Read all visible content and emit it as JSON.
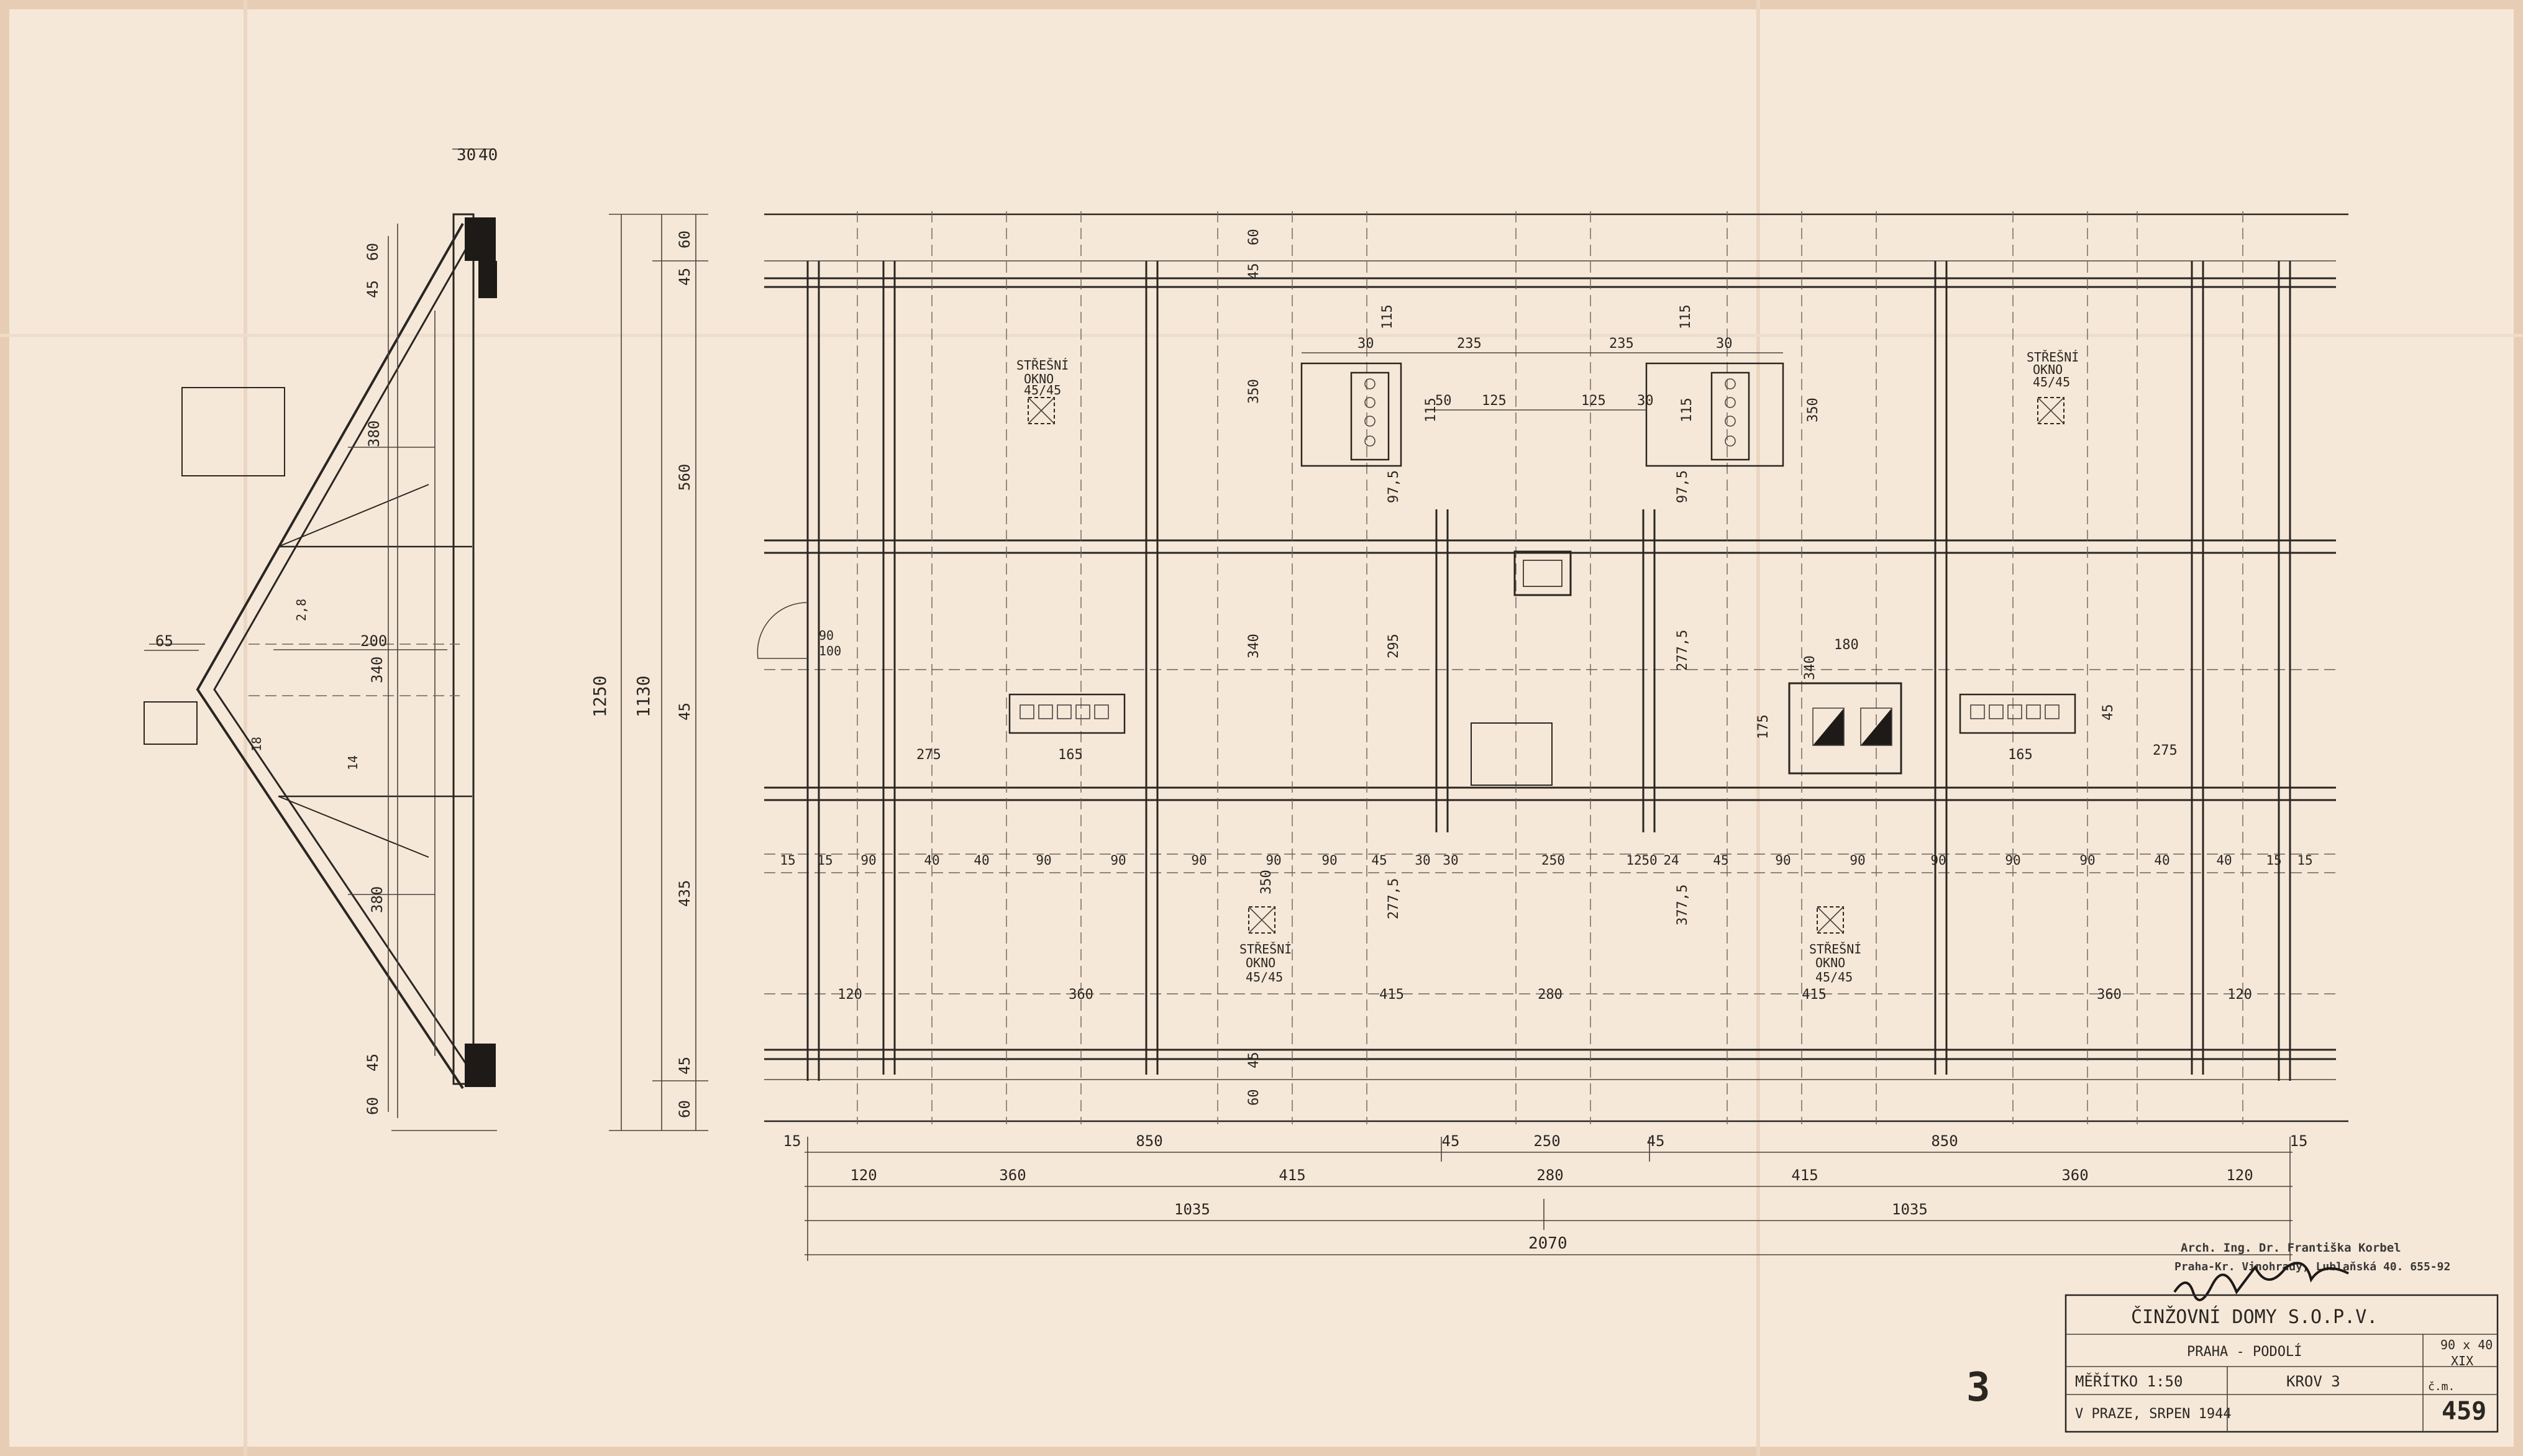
{
  "title_block": {
    "architect_stamp_line1": "Arch. Ing. Dr. Františka Korbel",
    "architect_stamp_line2": "Praha-Kr. Vinohrady, Lublaňská 40. 655-92",
    "project": "ČINŽOVNÍ DOMY S.O.P.V.",
    "location": "PRAHA - PODOLÍ",
    "scale": "MĚŘÍTKO 1:50",
    "place_date": "V PRAZE, SRPEN 1944",
    "drawing": "KROV 3",
    "sheet_size": "90 x 40",
    "roman_code": "XIX",
    "sheet_label": "č.m.",
    "sheet_number": "459"
  },
  "sheet_mark": "3",
  "section_dims": {
    "top": [
      "30",
      "40"
    ],
    "left": [
      "60",
      "45",
      "380",
      "200",
      "340",
      "380",
      "45",
      "60"
    ],
    "overhang": "65",
    "inner": [
      "2,8",
      "18",
      "14"
    ]
  },
  "vertical_dims": {
    "outer": "1250",
    "middle": "1130",
    "inner": [
      "60",
      "45",
      "560",
      "45",
      "435",
      "45",
      "60"
    ]
  },
  "skylight_label": [
    "STŘEŠNÍ",
    "OKNO",
    "45/45"
  ],
  "plan_row_dims": [
    "15",
    "15",
    "90",
    "40",
    "40",
    "90",
    "90",
    "90",
    "90",
    "90",
    "45",
    "30",
    "30",
    "250",
    "12",
    "50",
    "24",
    "45",
    "90",
    "90",
    "90",
    "90",
    "90",
    "40",
    "40",
    "15",
    "15"
  ],
  "plan_labels": {
    "left_350": "350",
    "left_340": "340",
    "left_435": "350",
    "stair_90": "90",
    "stair_100": "100",
    "d275_left": "275",
    "d165_left": "165",
    "d165_right": "165",
    "d275_right": "275",
    "d180": "180",
    "d340_mid": "340",
    "d175": "175",
    "d45_right": "45",
    "top_chimney": [
      "30",
      "235",
      "235",
      "30"
    ],
    "chimney_sub": [
      "50",
      "125",
      "125",
      "30"
    ],
    "chimney_v": [
      "115",
      "115",
      "115",
      "115"
    ],
    "v_60": "60",
    "v_45": "45",
    "v_975": "97,5",
    "v_295": "295",
    "v_2775": "277,5",
    "v_3775": "377,5",
    "bottom_spans": [
      "120",
      "360",
      "415",
      "280",
      "415",
      "360",
      "120"
    ]
  },
  "bottom_dims": {
    "row1": [
      "15",
      "850",
      "45",
      "250",
      "45",
      "850",
      "15"
    ],
    "row2": [
      "120",
      "360",
      "415",
      "280",
      "415",
      "360",
      "120"
    ],
    "row3": [
      "1035",
      "1035"
    ],
    "row4": "2070"
  }
}
